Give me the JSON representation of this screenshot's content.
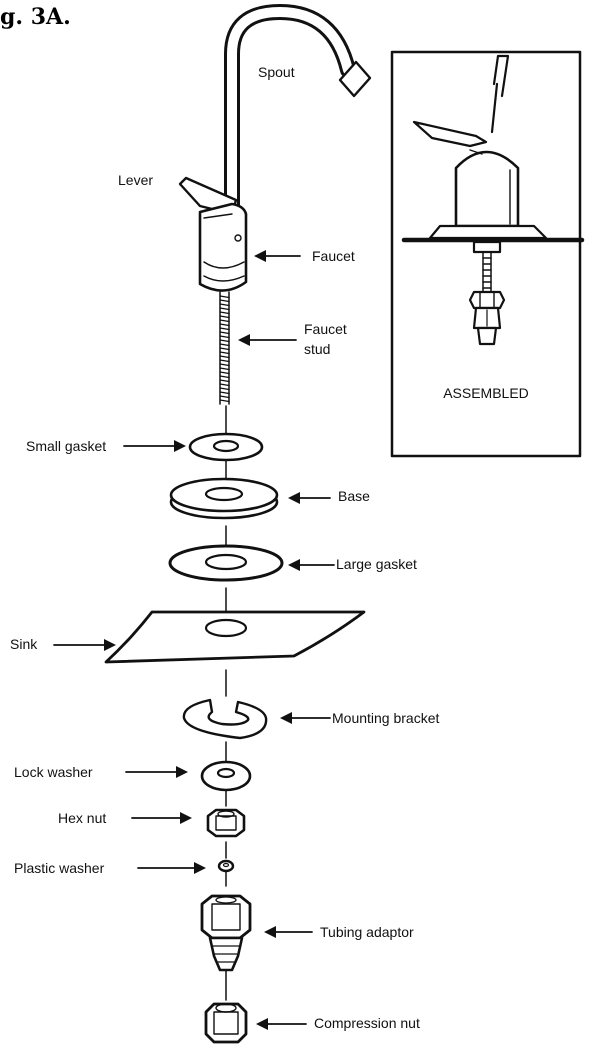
{
  "figure_title": "g. 3A.",
  "inset_caption": "ASSEMBLED",
  "labels": {
    "spout": "Spout",
    "lever": "Lever",
    "faucet": "Faucet",
    "faucet_stud_line1": "Faucet",
    "faucet_stud_line2": "stud",
    "small_gasket": "Small gasket",
    "base": "Base",
    "large_gasket": "Large gasket",
    "sink": "Sink",
    "mounting_bracket": "Mounting bracket",
    "lock_washer": "Lock washer",
    "hex_nut": "Hex nut",
    "plastic_washer": "Plastic washer",
    "tubing_adaptor": "Tubing adaptor",
    "compression_nut": "Compression nut"
  },
  "colors": {
    "ink": "#111111",
    "paper": "#ffffff"
  }
}
